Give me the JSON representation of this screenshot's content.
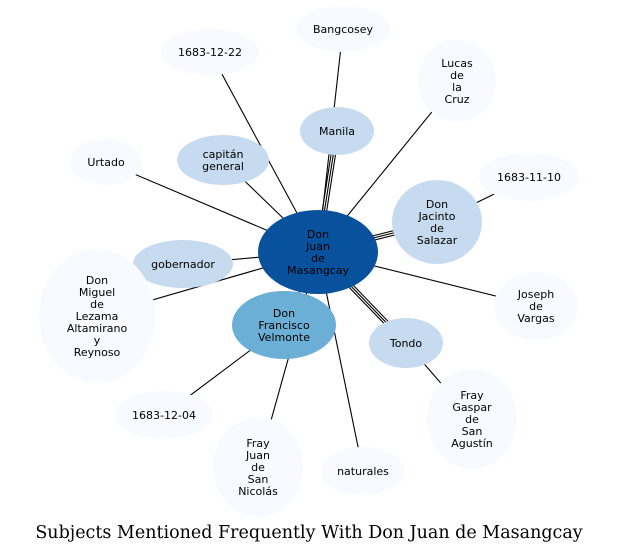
{
  "title": "Subjects Mentioned Frequently With Don Juan de Masangcay",
  "colors": {
    "center": "#08519c",
    "tier_mid": "#6baed6",
    "tier_light": "#c6dbef",
    "tier_faint": "#f7fbff",
    "edge": "#000000"
  },
  "nodes": [
    {
      "id": "center",
      "label": "Don Juan de Masangcay",
      "tier": "center"
    },
    {
      "id": "bangcosey",
      "label": "Bangcosey",
      "tier": "tier_faint"
    },
    {
      "id": "date-1683-12-22",
      "label": "1683-12-22",
      "tier": "tier_faint"
    },
    {
      "id": "lucas",
      "label": "Lucas de la Cruz",
      "tier": "tier_faint"
    },
    {
      "id": "manila",
      "label": "Manila",
      "tier": "tier_light"
    },
    {
      "id": "capitan",
      "label": "capitán general",
      "tier": "tier_light"
    },
    {
      "id": "urtado",
      "label": "Urtado",
      "tier": "tier_faint"
    },
    {
      "id": "date-1683-11-10",
      "label": "1683-11-10",
      "tier": "tier_faint"
    },
    {
      "id": "jacinto",
      "label": "Don Jacinto de Salazar",
      "tier": "tier_light"
    },
    {
      "id": "gobernador",
      "label": "gobernador",
      "tier": "tier_light"
    },
    {
      "id": "miguel",
      "label": "Don Miguel de Lezama Altamirano y Reynoso",
      "tier": "tier_faint"
    },
    {
      "id": "joseph",
      "label": "Joseph de Vargas",
      "tier": "tier_faint"
    },
    {
      "id": "francisco",
      "label": "Don Francisco Velmonte",
      "tier": "tier_mid"
    },
    {
      "id": "tondo",
      "label": "Tondo",
      "tier": "tier_light"
    },
    {
      "id": "date-1683-12-04",
      "label": "1683-12-04",
      "tier": "tier_faint"
    },
    {
      "id": "gaspar",
      "label": "Fray Gaspar de San Agustín",
      "tier": "tier_faint"
    },
    {
      "id": "juan-nicolas",
      "label": "Fray Juan de San Nicolás",
      "tier": "tier_faint"
    },
    {
      "id": "naturales",
      "label": "naturales",
      "tier": "tier_faint"
    }
  ],
  "edges": [
    {
      "from": "center",
      "to": "bangcosey",
      "weight": 1
    },
    {
      "from": "center",
      "to": "date-1683-12-22",
      "weight": 1
    },
    {
      "from": "center",
      "to": "lucas",
      "weight": 1
    },
    {
      "from": "center",
      "to": "manila",
      "weight": 3
    },
    {
      "from": "center",
      "to": "capitan",
      "weight": 1
    },
    {
      "from": "center",
      "to": "urtado",
      "weight": 1
    },
    {
      "from": "center",
      "to": "jacinto",
      "weight": 3
    },
    {
      "from": "jacinto",
      "to": "date-1683-11-10",
      "weight": 1
    },
    {
      "from": "center",
      "to": "gobernador",
      "weight": 1
    },
    {
      "from": "center",
      "to": "miguel",
      "weight": 1
    },
    {
      "from": "center",
      "to": "joseph",
      "weight": 1
    },
    {
      "from": "center",
      "to": "francisco",
      "weight": 1
    },
    {
      "from": "center",
      "to": "tondo",
      "weight": 3
    },
    {
      "from": "tondo",
      "to": "gaspar",
      "weight": 1
    },
    {
      "from": "francisco",
      "to": "date-1683-12-04",
      "weight": 1
    },
    {
      "from": "center",
      "to": "juan-nicolas",
      "weight": 1
    },
    {
      "from": "center",
      "to": "naturales",
      "weight": 1
    }
  ]
}
